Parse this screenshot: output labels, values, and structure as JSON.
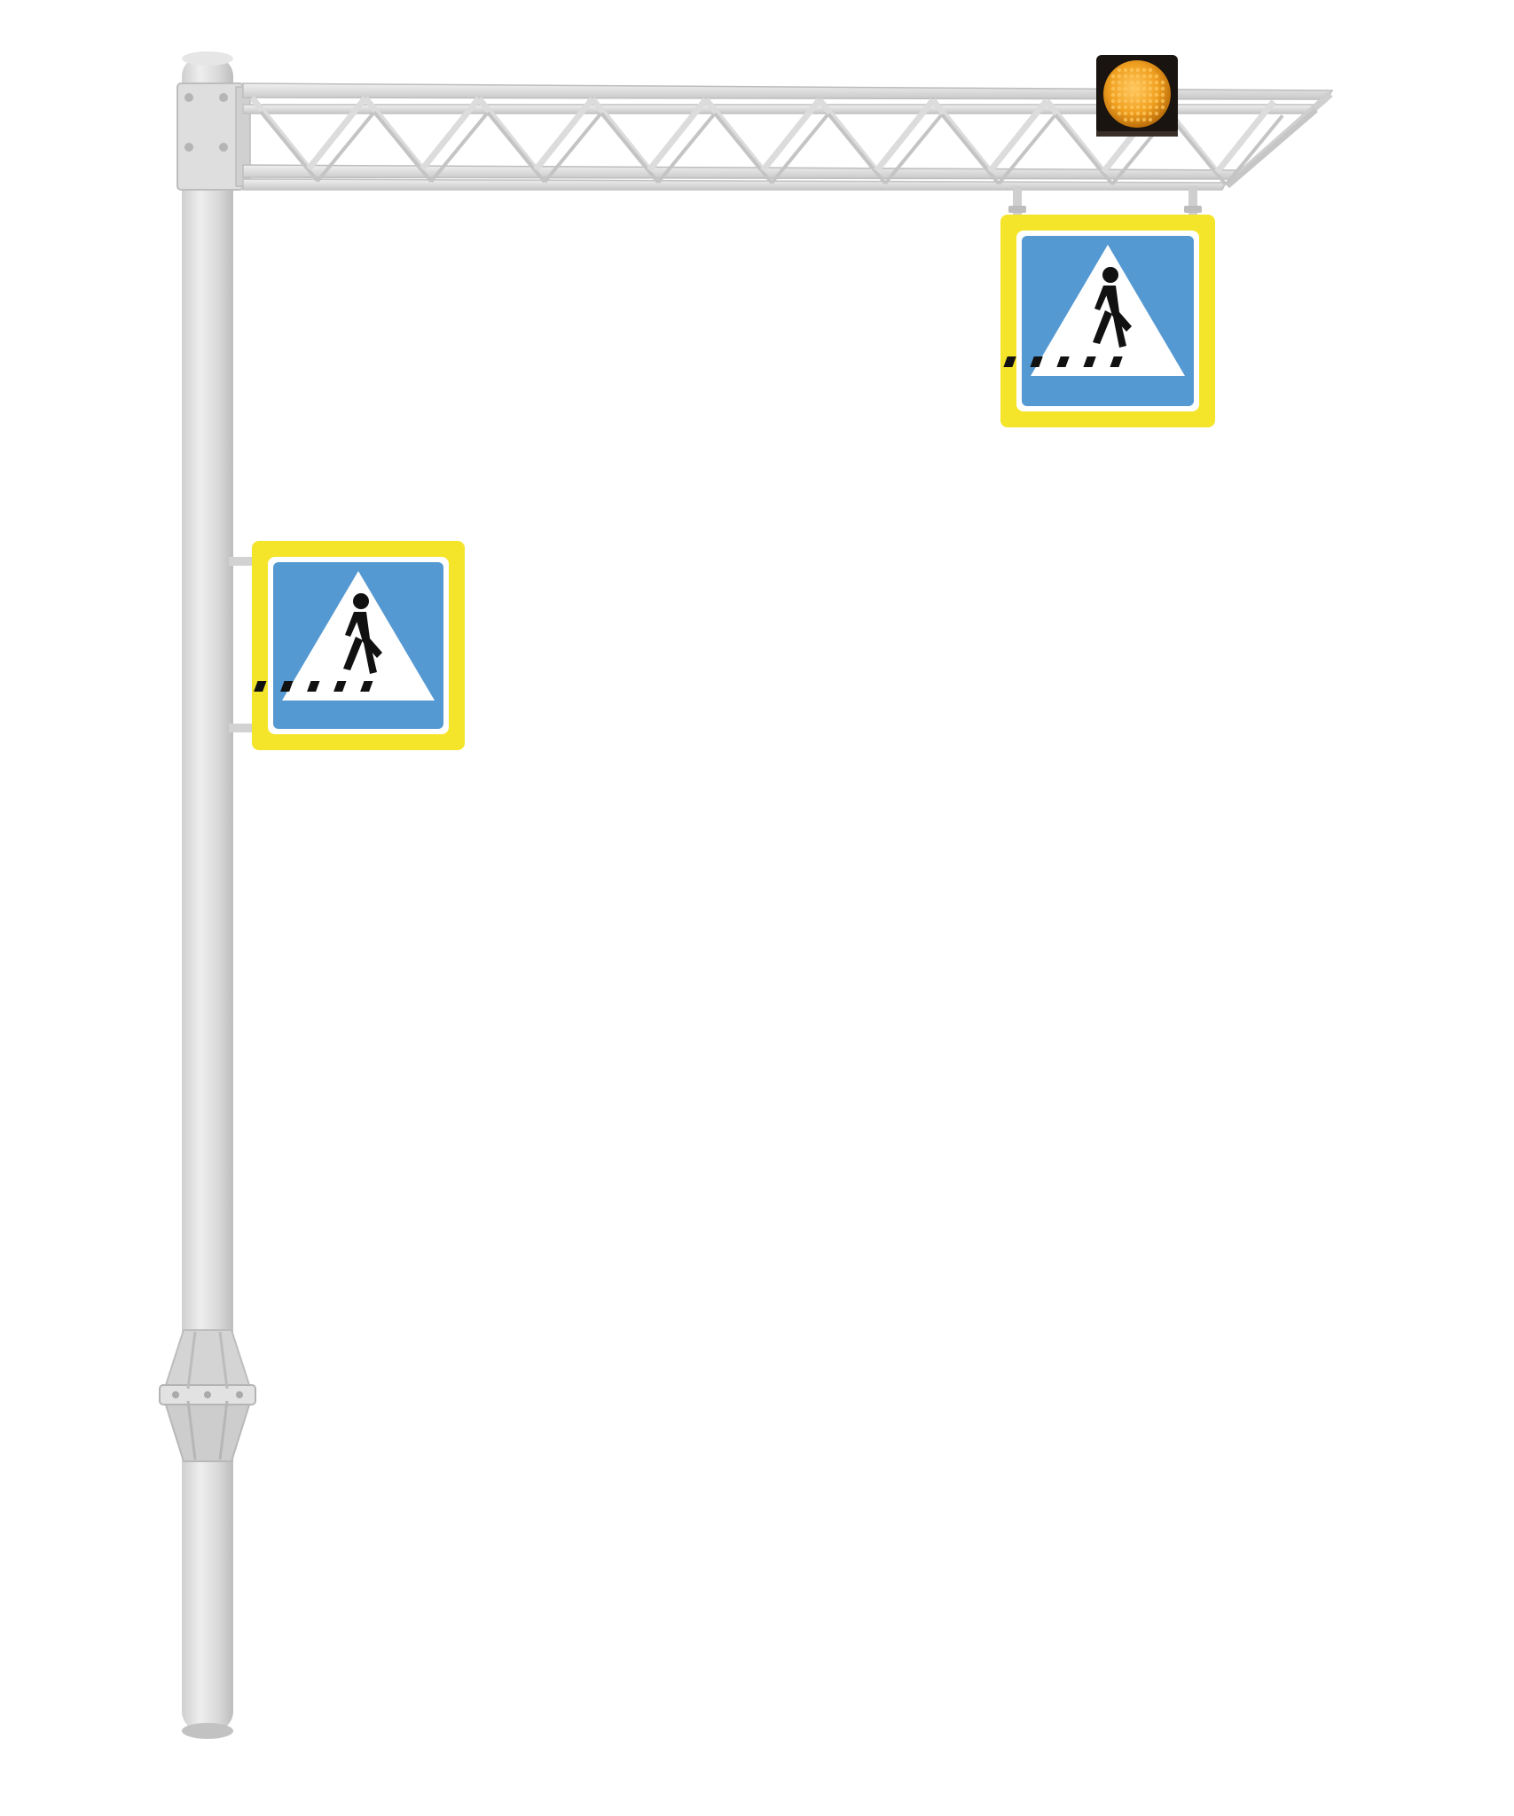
{
  "scene": {
    "background_color": "#ffffff",
    "structure_color": "#dcdcdc",
    "structure_shade_color": "#c4c4c4",
    "structure_highlight_color": "#ececec"
  },
  "signs": [
    {
      "type": "pedestrian-crossing",
      "mount": "overhead-truss",
      "frame_color": "#f5e52a",
      "panel_color": "#5599d2",
      "triangle_color": "#ffffff",
      "symbol_color": "#111111",
      "icon": "pedestrian-icon"
    },
    {
      "type": "pedestrian-crossing",
      "mount": "pole-side",
      "frame_color": "#f5e52a",
      "panel_color": "#5599d2",
      "triangle_color": "#ffffff",
      "symbol_color": "#111111",
      "icon": "pedestrian-icon"
    }
  ],
  "signal": {
    "type": "flashing-amber-light",
    "housing_color": "#1a1410",
    "lens_color": "#f0a020",
    "lens_highlight_color": "#ffc860",
    "icon": "amber-signal-icon"
  }
}
